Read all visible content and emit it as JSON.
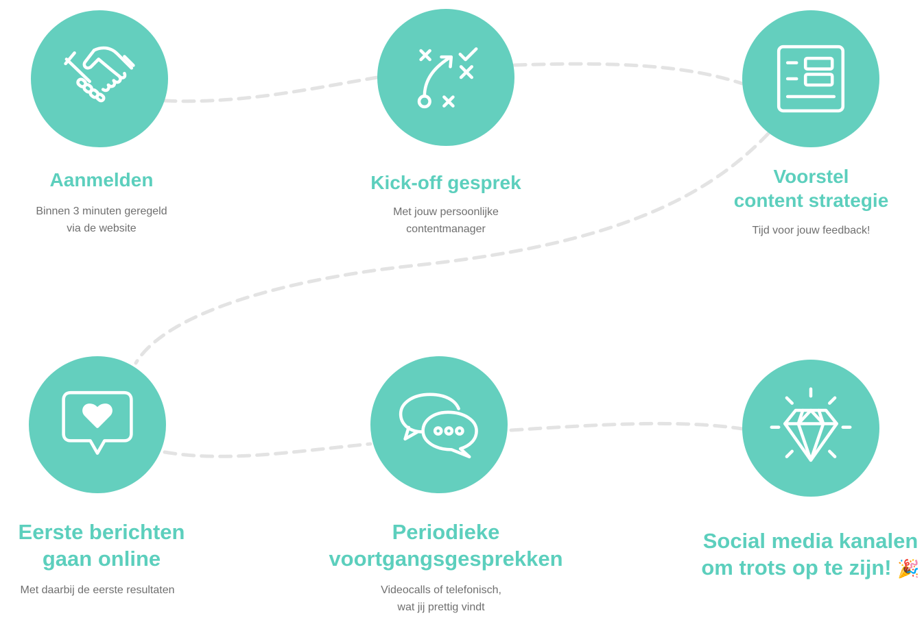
{
  "steps": [
    {
      "icon": "handshake-icon",
      "title": [
        "Aanmelden"
      ],
      "description": [
        "Binnen 3 minuten geregeld",
        "via de website"
      ]
    },
    {
      "icon": "strategy-play-icon",
      "title": [
        "Kick-off gesprek"
      ],
      "description": [
        "Met jouw persoonlijke",
        "contentmanager"
      ]
    },
    {
      "icon": "document-layout-icon",
      "title": [
        "Voorstel",
        "content strategie"
      ],
      "description": [
        "Tijd voor jouw feedback!"
      ]
    },
    {
      "icon": "heart-message-icon",
      "title": [
        "Eerste berichten",
        "gaan online"
      ],
      "description": [
        "Met daarbij de eerste resultaten"
      ]
    },
    {
      "icon": "chat-bubbles-icon",
      "title": [
        "Periodieke",
        "voortgangsgesprekken"
      ],
      "description": [
        "Videocalls of telefonisch,",
        "wat jij prettig vindt"
      ]
    },
    {
      "icon": "diamond-icon",
      "title": [
        "Social media kanalen",
        "om trots op te zijn!"
      ],
      "title_emoji": "🎉",
      "description": []
    }
  ],
  "colors": {
    "accent": "#64cfbe",
    "connector": "#e3e3e3",
    "description_text": "#6f6f6f"
  }
}
